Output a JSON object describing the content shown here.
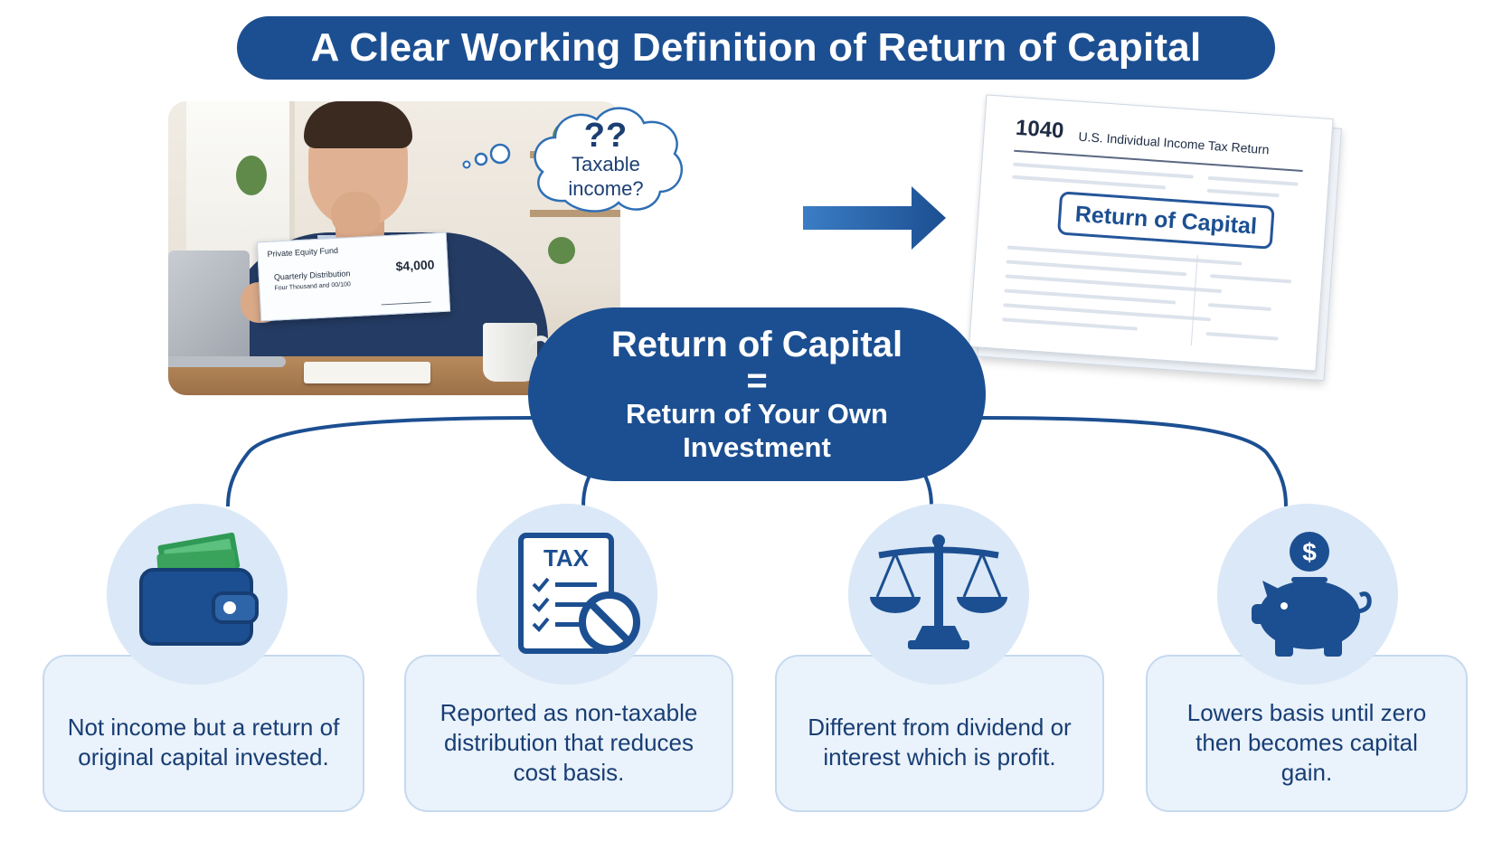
{
  "title": "A Clear Working Definition of Return of Capital",
  "photo": {
    "check": {
      "fund": "Private Equity Fund",
      "distribution": "Quarterly Distribution",
      "amount_words": "Four Thousand and 00/100",
      "amount": "$4,000"
    }
  },
  "thought": {
    "marks": "??",
    "text_line1": "Taxable",
    "text_line2": "income?"
  },
  "tax_form": {
    "number": "1040",
    "title": "U.S. Individual Income Tax Return",
    "highlight": "Return of Capital"
  },
  "center": {
    "title": "Return of Capital",
    "equals": "=",
    "subtitle": "Return of Your Own Investment"
  },
  "cards": [
    {
      "icon": "wallet-icon",
      "text": "Not income but a return of original capital invested."
    },
    {
      "icon": "tax-document-icon",
      "text": "Reported as non-taxable distribution that reduces cost basis."
    },
    {
      "icon": "balance-scale-icon",
      "text": "Different from dividend or interest which is profit."
    },
    {
      "icon": "piggy-bank-icon",
      "text": "Lowers basis until zero then becomes capital gain."
    }
  ],
  "colors": {
    "primary": "#1c4f91",
    "card_bg": "#eaf2fb",
    "icon_circle": "#dbe8f7",
    "money_green": "#3aa35b"
  }
}
